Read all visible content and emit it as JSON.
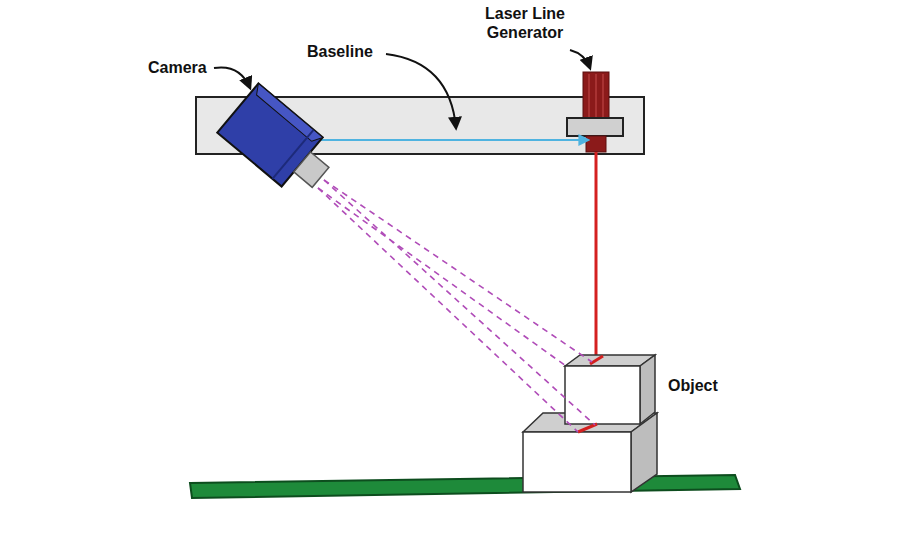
{
  "diagram": {
    "labels": [
      "Camera",
      "Baseline",
      "Laser Line Generator",
      "Object"
    ]
  }
}
